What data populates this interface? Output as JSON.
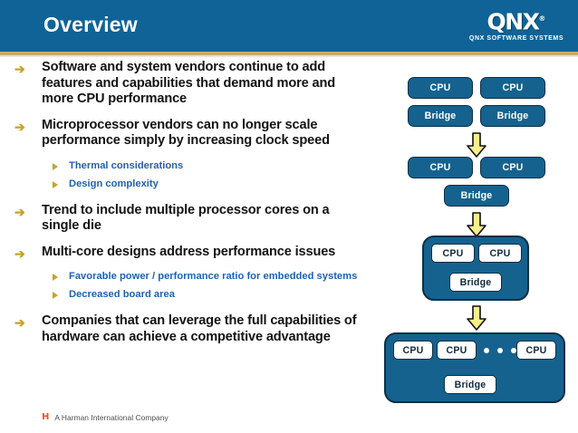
{
  "header": {
    "title": "Overview",
    "bg_color": "#0f6397",
    "rule_color": "#c9ab6a",
    "logo": {
      "mark": "QNX",
      "registered": "®",
      "sub": "QNX SOFTWARE SYSTEMS"
    }
  },
  "content": {
    "bullets": [
      {
        "marker": "➔",
        "text": "Software and system vendors continue to add features and capabilities that demand more and more CPU performance",
        "subs": []
      },
      {
        "marker": "➔",
        "text": "Microprocessor vendors can no longer scale performance simply by increasing clock speed",
        "subs": [
          "Thermal considerations",
          "Design complexity"
        ]
      },
      {
        "marker": "➔",
        "text": "Trend to include multiple processor cores on a single die",
        "subs": []
      },
      {
        "marker": "➔",
        "text": "Multi-core designs address performance issues",
        "subs": [
          "Favorable power / performance ratio for embedded systems",
          "Decreased board area"
        ]
      },
      {
        "marker": "➔",
        "text": "Companies that can leverage the full capabilities of hardware can achieve a competitive advantage",
        "subs": []
      }
    ],
    "bullet_color": "#c9a227",
    "text_color": "#131313",
    "sub_text_color": "#1f62b0"
  },
  "footer": {
    "logo_letter": "H",
    "text": "A Harman International Company",
    "logo_color": "#e8591f"
  },
  "diagram": {
    "node_fill": "#15628f",
    "node_stroke": "#0d2f45",
    "arrow_fill": "#f7ef8a",
    "stages": [
      {
        "id": "stage-1",
        "nodes": [
          {
            "label": "CPU",
            "style": "filled"
          },
          {
            "label": "CPU",
            "style": "filled"
          },
          {
            "label": "Bridge",
            "style": "filled"
          },
          {
            "label": "Bridge",
            "style": "filled"
          }
        ]
      },
      {
        "id": "stage-2",
        "nodes": [
          {
            "label": "CPU",
            "style": "filled"
          },
          {
            "label": "CPU",
            "style": "filled"
          },
          {
            "label": "Bridge",
            "style": "filled"
          }
        ]
      },
      {
        "id": "stage-3",
        "nodes": [
          {
            "label": "CPU",
            "style": "white"
          },
          {
            "label": "CPU",
            "style": "white"
          },
          {
            "label": "Bridge",
            "style": "white"
          }
        ]
      },
      {
        "id": "stage-4",
        "nodes": [
          {
            "label": "CPU",
            "style": "white"
          },
          {
            "label": "CPU",
            "style": "white"
          },
          {
            "label": "CPU",
            "style": "white"
          },
          {
            "label": "Bridge",
            "style": "white"
          }
        ],
        "ellipsis_dots": 3
      }
    ],
    "labels": {
      "cpu": "CPU",
      "bridge": "Bridge"
    }
  }
}
